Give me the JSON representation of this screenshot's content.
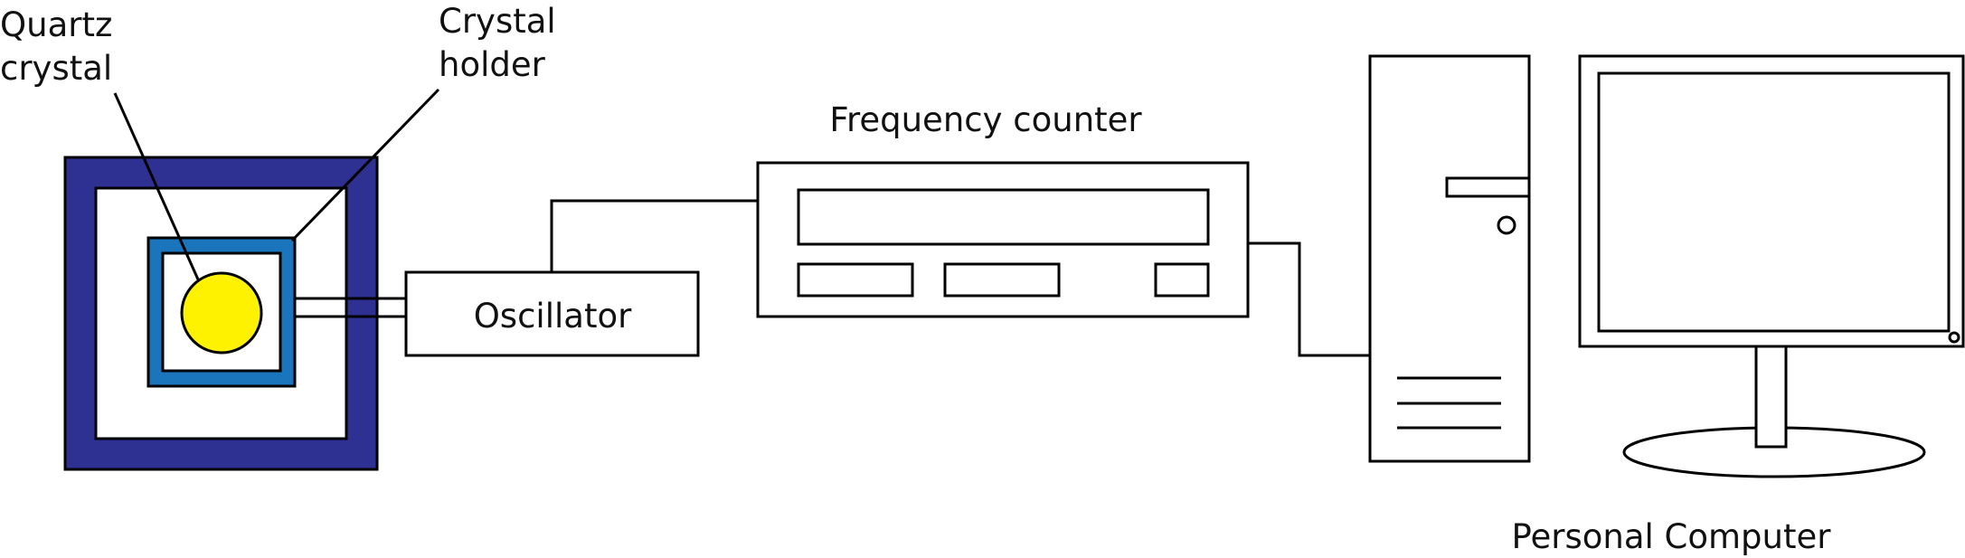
{
  "labels": {
    "quartz_line1": "Quartz",
    "quartz_line2": "crystal",
    "holder_line1": "Crystal",
    "holder_line2": "holder",
    "oscillator": "Oscillator",
    "frequency_counter": "Frequency counter",
    "personal_computer": "Personal Computer"
  },
  "colors": {
    "chamber_outer": "#2e3192",
    "holder_frame": "#1b75bc",
    "crystal_fill": "#fff200",
    "stroke": "#000000",
    "background": "#ffffff"
  }
}
